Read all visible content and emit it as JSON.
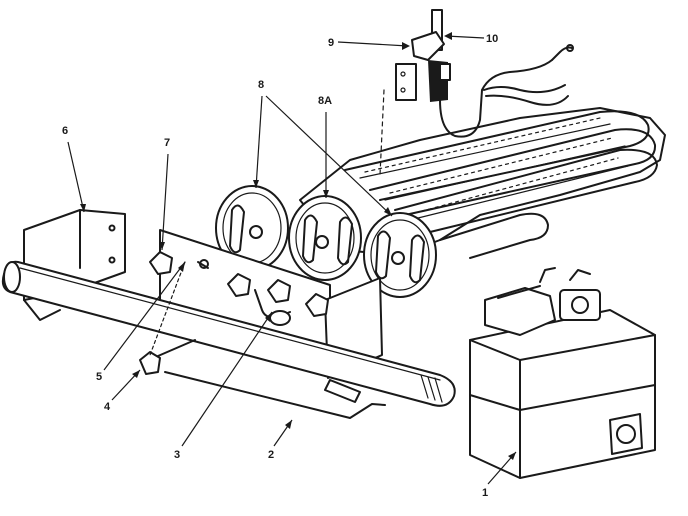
{
  "diagram": {
    "callouts": [
      {
        "id": "c1",
        "label": "1"
      },
      {
        "id": "c2",
        "label": "2"
      },
      {
        "id": "c3",
        "label": "3"
      },
      {
        "id": "c4",
        "label": "4"
      },
      {
        "id": "c5",
        "label": "5"
      },
      {
        "id": "c6",
        "label": "6"
      },
      {
        "id": "c7",
        "label": "7"
      },
      {
        "id": "c8",
        "label": "8"
      },
      {
        "id": "c8a",
        "label": "8A"
      },
      {
        "id": "c9",
        "label": "9"
      },
      {
        "id": "c10",
        "label": "10"
      }
    ]
  }
}
